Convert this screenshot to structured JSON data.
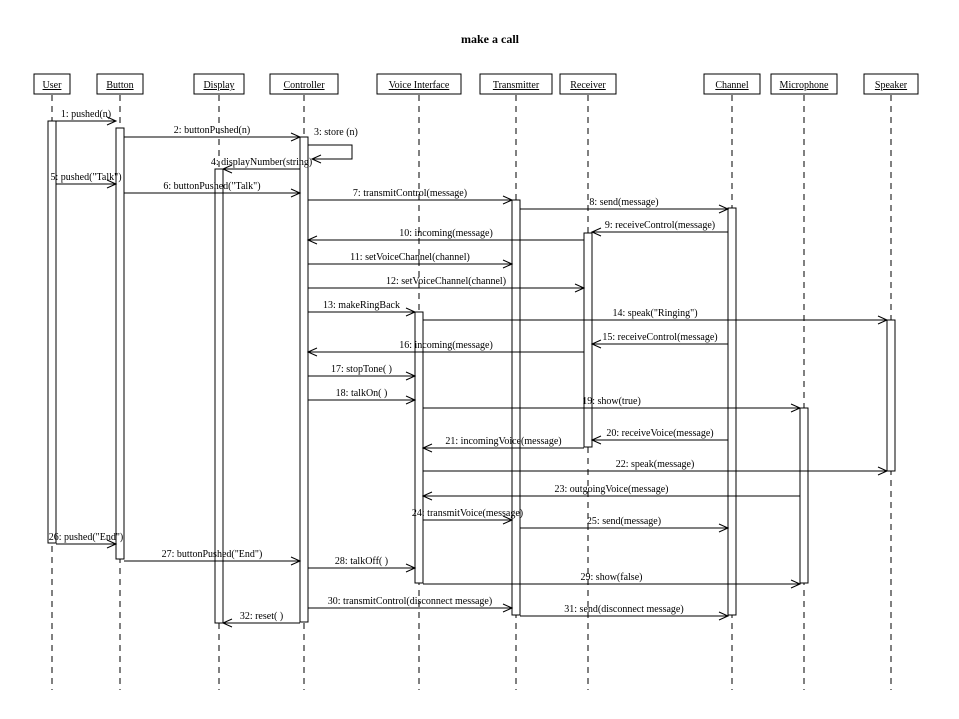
{
  "title": "make a call",
  "objects": [
    "User",
    "Button",
    "Display",
    "Controller",
    "Voice Interface",
    "Transmitter",
    "Receiver",
    "Channel",
    "Microphone",
    "Speaker"
  ],
  "messages": [
    {
      "n": 1,
      "label": "1: pushed(n)",
      "from": "User",
      "to": "Button"
    },
    {
      "n": 2,
      "label": "2: buttonPushed(n)",
      "from": "Button",
      "to": "Controller"
    },
    {
      "n": 3,
      "label": "3: store (n)",
      "from": "Controller",
      "to": "Controller"
    },
    {
      "n": 4,
      "label": "4: displayNumber(string)",
      "from": "Controller",
      "to": "Display"
    },
    {
      "n": 5,
      "label": "5: pushed(\"Talk\")",
      "from": "User",
      "to": "Button"
    },
    {
      "n": 6,
      "label": "6: buttonPushed(\"Talk\")",
      "from": "Button",
      "to": "Controller"
    },
    {
      "n": 7,
      "label": "7: transmitControl(message)",
      "from": "Controller",
      "to": "Transmitter"
    },
    {
      "n": 8,
      "label": "8: send(message)",
      "from": "Transmitter",
      "to": "Channel"
    },
    {
      "n": 9,
      "label": "9: receiveControl(message)",
      "from": "Channel",
      "to": "Receiver"
    },
    {
      "n": 10,
      "label": "10: incoming(message)",
      "from": "Receiver",
      "to": "Controller"
    },
    {
      "n": 11,
      "label": "11: setVoiceChannel(channel)",
      "from": "Controller",
      "to": "Transmitter"
    },
    {
      "n": 12,
      "label": "12: setVoiceChannel(channel)",
      "from": "Controller",
      "to": "Receiver"
    },
    {
      "n": 13,
      "label": "13: makeRingBack",
      "from": "Controller",
      "to": "Voice Interface"
    },
    {
      "n": 14,
      "label": "14: speak(\"Ringing\")",
      "from": "Voice Interface",
      "to": "Speaker"
    },
    {
      "n": 15,
      "label": "15: receiveControl(message)",
      "from": "Channel",
      "to": "Receiver"
    },
    {
      "n": 16,
      "label": "16: incoming(message)",
      "from": "Receiver",
      "to": "Controller"
    },
    {
      "n": 17,
      "label": "17: stopTone( )",
      "from": "Controller",
      "to": "Voice Interface"
    },
    {
      "n": 18,
      "label": "18: talkOn( )",
      "from": "Controller",
      "to": "Voice Interface"
    },
    {
      "n": 19,
      "label": "19: show(true)",
      "from": "Voice Interface",
      "to": "Microphone"
    },
    {
      "n": 20,
      "label": "20: receiveVoice(message)",
      "from": "Channel",
      "to": "Receiver"
    },
    {
      "n": 21,
      "label": "21: incomingVoice(message)",
      "from": "Receiver",
      "to": "Voice Interface"
    },
    {
      "n": 22,
      "label": "22: speak(message)",
      "from": "Voice Interface",
      "to": "Speaker"
    },
    {
      "n": 23,
      "label": "23: outgoingVoice(message)",
      "from": "Microphone",
      "to": "Voice Interface"
    },
    {
      "n": 24,
      "label": "24: transmitVoice(message)",
      "from": "Voice Interface",
      "to": "Transmitter"
    },
    {
      "n": 25,
      "label": "25: send(message)",
      "from": "Transmitter",
      "to": "Channel"
    },
    {
      "n": 26,
      "label": "26: pushed(\"End\")",
      "from": "User",
      "to": "Button"
    },
    {
      "n": 27,
      "label": "27: buttonPushed(\"End\")",
      "from": "Button",
      "to": "Controller"
    },
    {
      "n": 28,
      "label": "28: talkOff( )",
      "from": "Controller",
      "to": "Voice Interface"
    },
    {
      "n": 29,
      "label": "29: show(false)",
      "from": "Voice Interface",
      "to": "Microphone"
    },
    {
      "n": 30,
      "label": "30: transmitControl(disconnect message)",
      "from": "Controller",
      "to": "Transmitter"
    },
    {
      "n": 31,
      "label": "31: send(disconnect message)",
      "from": "Transmitter",
      "to": "Channel"
    },
    {
      "n": 32,
      "label": "32: reset( )",
      "from": "Controller",
      "to": "Display"
    }
  ]
}
